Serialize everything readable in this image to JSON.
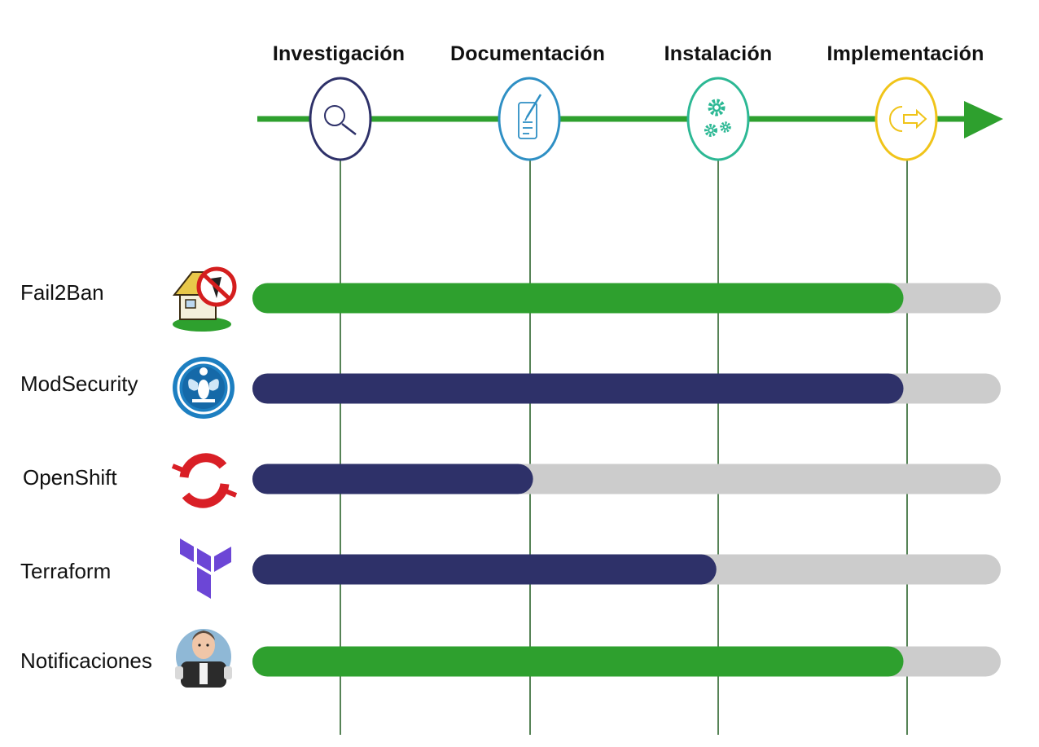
{
  "stages": [
    {
      "name": "Investigación",
      "icon": "magnifier-icon",
      "color": "#2e3169"
    },
    {
      "name": "Documentación",
      "icon": "document-pen-icon",
      "color": "#2e8fc4"
    },
    {
      "name": "Instalación",
      "icon": "gears-icon",
      "color": "#2cb894"
    },
    {
      "name": "Implementación",
      "icon": "exit-arrow-icon",
      "color": "#f0c419"
    }
  ],
  "timeline_color": "#2ea02e",
  "track_color": "#cccccc",
  "tasks": [
    {
      "name": "Fail2Ban",
      "icon": "fail2ban-logo-icon",
      "progress": 0.87,
      "color": "#2ea02e"
    },
    {
      "name": "ModSecurity",
      "icon": "modsecurity-logo-icon",
      "progress": 0.87,
      "color": "#2e3169"
    },
    {
      "name": "OpenShift",
      "icon": "openshift-logo-icon",
      "progress": 0.375,
      "color": "#2e3169"
    },
    {
      "name": "Terraform",
      "icon": "terraform-logo-icon",
      "progress": 0.62,
      "color": "#2e3169"
    },
    {
      "name": "Notificaciones",
      "icon": "jenkins-logo-icon",
      "progress": 0.87,
      "color": "#2ea02e"
    }
  ]
}
